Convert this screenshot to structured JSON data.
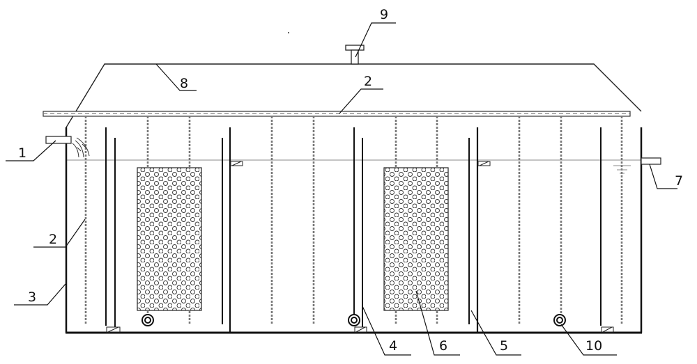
{
  "labels": {
    "l1": "1",
    "l2a": "2",
    "l2b": "2",
    "l3": "3",
    "l4": "4",
    "l5": "5",
    "l6": "6",
    "l7": "7",
    "l8": "8",
    "l9": "9",
    "l10": "10"
  }
}
